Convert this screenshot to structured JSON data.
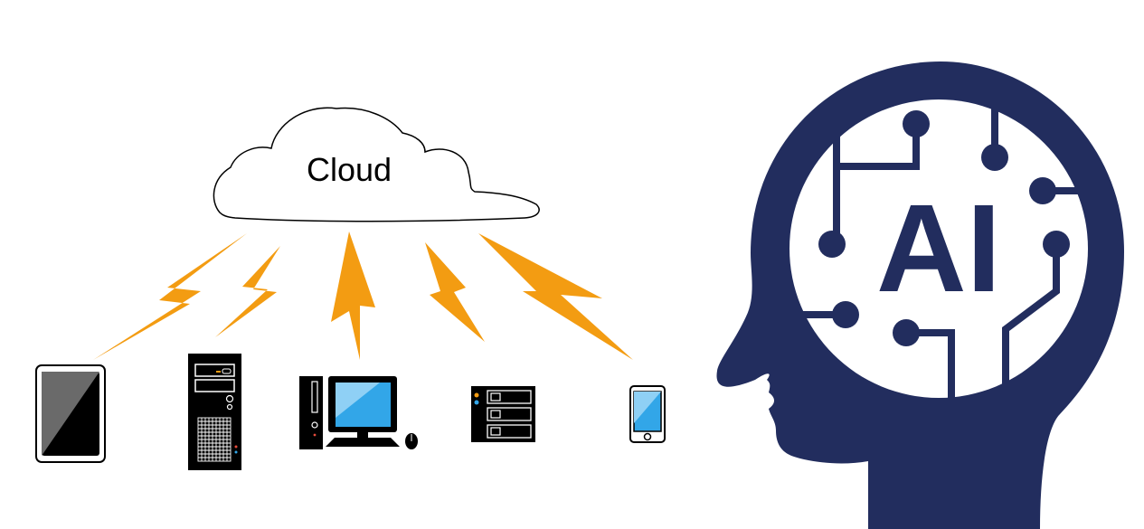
{
  "cloud": {
    "label": "Cloud"
  },
  "ai": {
    "label": "AI"
  },
  "colors": {
    "bolt": "#f39c12",
    "head": "#222d5e",
    "screen_blue": "#32a6e8",
    "outline": "#000000",
    "tablet_screen": "#6a6a6a"
  },
  "devices": [
    {
      "icon": "tablet-icon"
    },
    {
      "icon": "tower-server-icon"
    },
    {
      "icon": "desktop-computer-icon"
    },
    {
      "icon": "nas-storage-icon"
    },
    {
      "icon": "smartphone-icon"
    }
  ],
  "connections": {
    "icon": "lightning-bolt-icon",
    "count": 5
  }
}
